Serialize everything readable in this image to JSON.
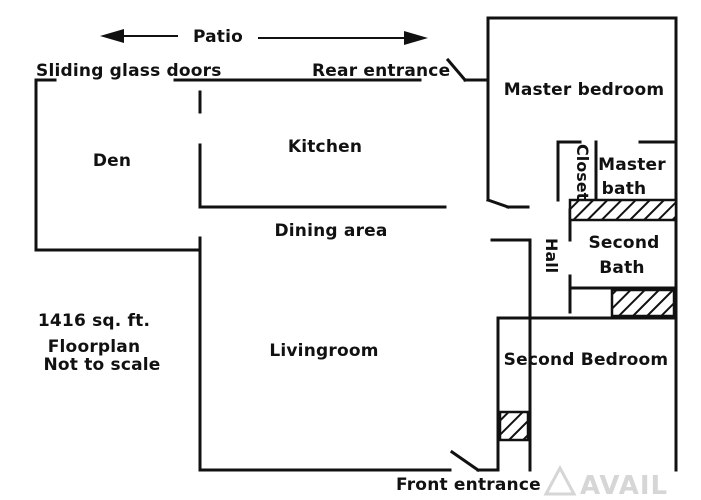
{
  "labels": {
    "patio": "Patio",
    "sliding_glass_doors": "Sliding glass doors",
    "rear_entrance": "Rear entrance",
    "master_bedroom": "Master bedroom",
    "den": "Den",
    "kitchen": "Kitchen",
    "closet": "Closet",
    "master_bath_line1": "Master",
    "master_bath_line2": "bath",
    "dining_area": "Dining area",
    "hall": "Hall",
    "second_bath_line1": "Second",
    "second_bath_line2": "Bath",
    "area": "1416 sq. ft.",
    "floorplan": "Floorplan",
    "not_to_scale": "Not to scale",
    "livingroom": "Livingroom",
    "second_bedroom": "Second Bedroom",
    "front_entrance": "Front entrance",
    "watermark": "AVAIL"
  }
}
